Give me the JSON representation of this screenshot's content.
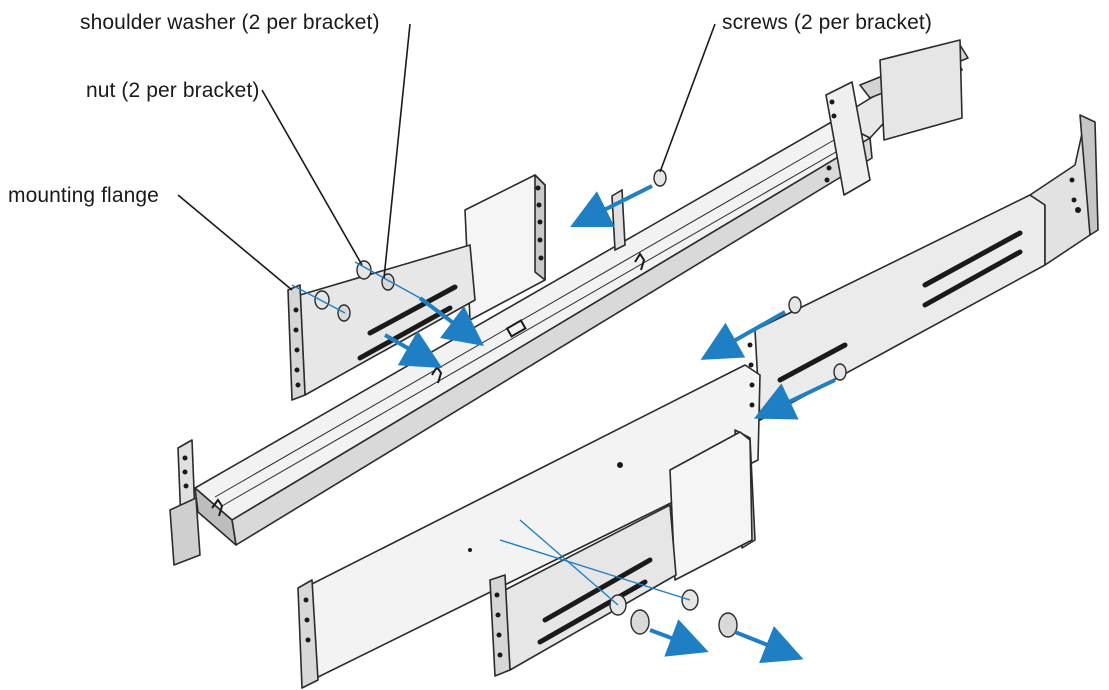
{
  "callouts": {
    "shoulder_washer": "shoulder washer (2 per bracket)",
    "nut": "nut (2 per bracket)",
    "mounting_flange": "mounting flange",
    "screws": "screws (2 per bracket)"
  },
  "colors": {
    "background": "#ffffff",
    "metal_light": "#f2f2f2",
    "metal_mid": "#d9d9d9",
    "metal_dark": "#9e9e9e",
    "outline": "#2b2b2b",
    "slot": "#1a1a1a",
    "arrow_blue": "#1f7fc4",
    "leader_line": "#1a1a1a"
  }
}
